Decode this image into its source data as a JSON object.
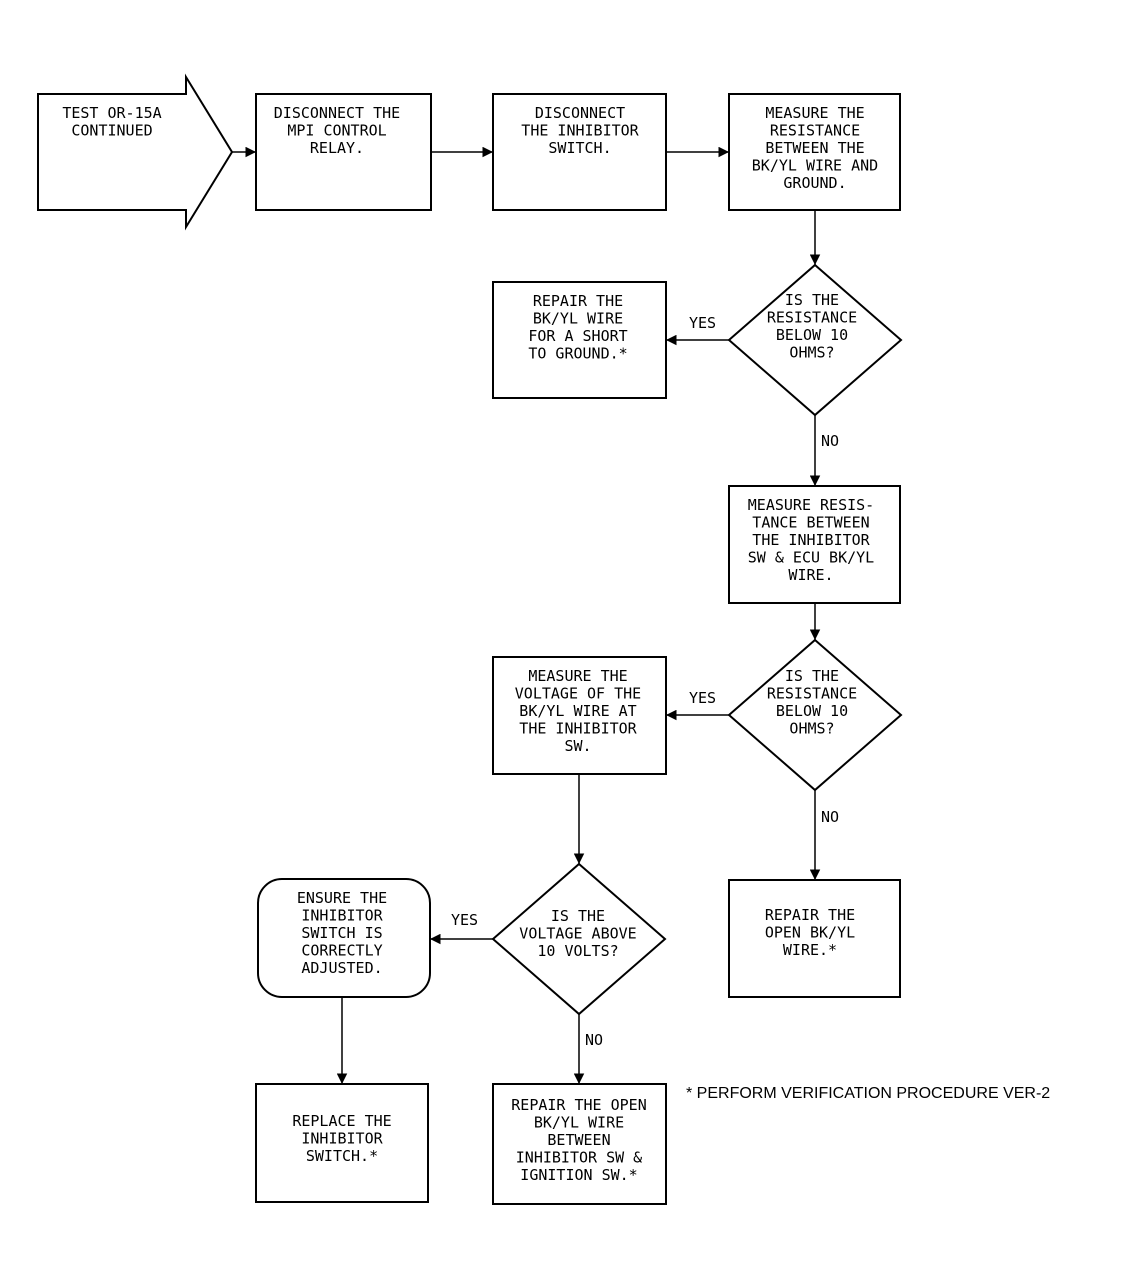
{
  "nodes": {
    "start": [
      "TEST OR-15A",
      "CONTINUED"
    ],
    "disconnect_mpi": [
      "DISCONNECT THE",
      "MPI CONTROL",
      "RELAY."
    ],
    "disconnect_inhibitor": [
      "DISCONNECT",
      "THE INHIBITOR",
      "SWITCH."
    ],
    "measure_resistance_ground": [
      "MEASURE THE",
      "RESISTANCE",
      "BETWEEN THE",
      "BK/YL WIRE AND",
      "GROUND."
    ],
    "decision_resistance_1": [
      "IS THE",
      "RESISTANCE",
      "BELOW 10",
      "OHMS?"
    ],
    "repair_short": [
      "REPAIR THE",
      "BK/YL WIRE",
      "FOR A SHORT",
      "TO GROUND.*"
    ],
    "measure_resistance_ecu": [
      "MEASURE RESIS-",
      "TANCE BETWEEN",
      "THE INHIBITOR",
      "SW & ECU BK/YL",
      "WIRE."
    ],
    "decision_resistance_2": [
      "IS THE",
      "RESISTANCE",
      "BELOW 10",
      "OHMS?"
    ],
    "measure_voltage": [
      "MEASURE THE",
      "VOLTAGE OF THE",
      "BK/YL WIRE AT",
      "THE INHIBITOR",
      "SW."
    ],
    "repair_open_1": [
      "REPAIR THE",
      "OPEN BK/YL",
      "WIRE.*"
    ],
    "decision_voltage": [
      "IS THE",
      "VOLTAGE ABOVE",
      "10 VOLTS?"
    ],
    "ensure_adjusted": [
      "ENSURE THE",
      "INHIBITOR",
      "SWITCH IS",
      "CORRECTLY",
      "ADJUSTED."
    ],
    "replace_switch": [
      "REPLACE THE",
      "INHIBITOR",
      "SWITCH.*"
    ],
    "repair_open_2": [
      "REPAIR THE OPEN",
      "BK/YL WIRE",
      "BETWEEN",
      "INHIBITOR SW &",
      "IGNITION SW.*"
    ]
  },
  "edge_labels": {
    "d1_yes": "YES",
    "d1_no": "NO",
    "d2_yes": "YES",
    "d2_no": "NO",
    "d3_yes": "YES",
    "d3_no": "NO"
  },
  "footnote": "* PERFORM VERIFICATION PROCEDURE VER-2"
}
